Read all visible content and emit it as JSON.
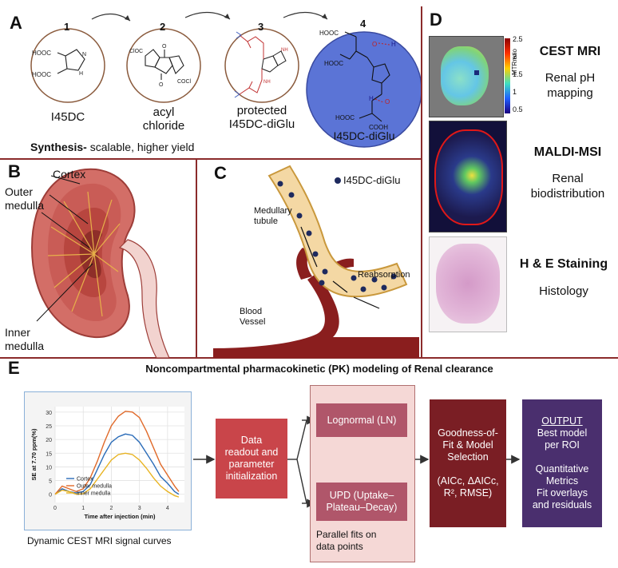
{
  "panel_a": {
    "letter": "A",
    "compounds": [
      {
        "number": "1",
        "name_lines": [
          "I45DC"
        ]
      },
      {
        "number": "2",
        "name_lines": [
          "acyl",
          "chloride"
        ]
      },
      {
        "number": "3",
        "name_lines": [
          "protected",
          "I45DC-diGlu"
        ]
      },
      {
        "number": "4",
        "name_lines": [
          "I45DC-diGlu"
        ]
      }
    ],
    "atom_labels": {
      "cooh": "HOOC",
      "cooh_right": "COOH",
      "cocl_left": "ClOC",
      "cocl_right": "COCl",
      "n": "N",
      "h": "H",
      "nh": "NH",
      "o": "O"
    },
    "synthesis_bold": "Synthesis-",
    "synthesis_rest": " scalable, higher yield"
  },
  "panel_b": {
    "letter": "B",
    "labels": [
      "Cortex",
      "Outer",
      "medulla",
      "Inner",
      "medulla"
    ]
  },
  "panel_c": {
    "letter": "C",
    "legend": "I45DC-diGlu",
    "tubule": [
      "Medullary",
      "tubule"
    ],
    "reabsorption": "Reabsorption",
    "vessel": [
      "Blood",
      "Vessel"
    ]
  },
  "panel_d": {
    "letter": "D",
    "rows": [
      {
        "title": "CEST MRI",
        "sub_lines": [
          "Renal pH",
          "mapping"
        ]
      },
      {
        "title": "MALDI-MSI",
        "sub_lines": [
          "Renal",
          "biodistribution"
        ]
      },
      {
        "title": "H & E Staining",
        "sub_lines": [
          "Histology"
        ]
      }
    ],
    "colorbar_ticks": [
      "2.5",
      "2",
      "1.5",
      "1",
      "0.5"
    ],
    "colorbar_label": "MTRratio"
  },
  "panel_e": {
    "letter": "E",
    "title": "Noncompartmental pharmacokinetic (PK) modeling of Renal clearance",
    "chart_caption": "Dynamic CEST MRI signal curves",
    "box_data": [
      "Data",
      "readout and",
      "parameter",
      "initialization"
    ],
    "box_ln": "Lognormal (LN)",
    "box_upd": [
      "UPD (Uptake–",
      "Plateau–Decay)"
    ],
    "parallel": [
      "Parallel fits on",
      "data points"
    ],
    "box_gof": [
      "Goodness-of-",
      "Fit & Model",
      "Selection",
      "",
      "(AICc, ΔAICc,",
      "R², RMSE)"
    ],
    "box_output": {
      "title": "OUTPUT",
      "lines": [
        "Best model",
        "per ROI",
        "",
        "Quantitative",
        "Metrics",
        "Fit overlays",
        "and residuals"
      ]
    }
  },
  "chart_data": {
    "type": "line",
    "xlabel": "Time after injection (min)",
    "ylabel": "SE at 7.70 ppm(%)",
    "xlim": [
      0,
      4.6
    ],
    "ylim": [
      -3,
      32
    ],
    "xticks": [
      0,
      1,
      2,
      3,
      4
    ],
    "yticks": [
      0,
      5,
      10,
      15,
      20,
      25,
      30
    ],
    "legend_position": "bottom-left",
    "x": [
      0,
      0.25,
      0.5,
      0.75,
      1.0,
      1.25,
      1.5,
      1.75,
      2.0,
      2.25,
      2.5,
      2.75,
      3.0,
      3.25,
      3.5,
      3.75,
      4.0,
      4.25,
      4.4
    ],
    "series": [
      {
        "name": "Cortex",
        "color": "#2b6cb8",
        "values": [
          0,
          2,
          1,
          0.5,
          1,
          3.5,
          9,
          14.5,
          19,
          21,
          22,
          21.5,
          19,
          15,
          11,
          6.5,
          4,
          1,
          0
        ]
      },
      {
        "name": "Outer medulla",
        "color": "#e06a2a",
        "values": [
          0,
          3,
          2,
          1,
          2,
          6,
          12,
          19,
          25,
          28.5,
          30.3,
          30,
          28,
          23,
          17,
          11,
          7,
          3,
          1
        ]
      },
      {
        "name": "Inner medulla",
        "color": "#e8b320",
        "values": [
          0,
          1.5,
          1,
          0,
          0.2,
          2,
          5.5,
          9,
          12.5,
          14.5,
          15,
          14.5,
          12.5,
          9.5,
          6,
          3,
          1,
          -0.5,
          -1
        ]
      }
    ]
  }
}
